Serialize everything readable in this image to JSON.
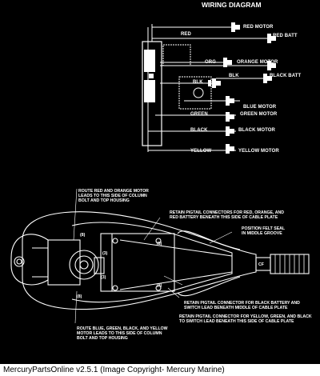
{
  "title": "WIRING DIAGRAM",
  "wire_labels": {
    "red": "RED",
    "red_motor": "RED MOTOR",
    "red_batt": "RED BATT",
    "org": "ORG",
    "orange_motor": "ORANGE MOTOR",
    "blk_1": "BLK",
    "blk_2": "BLK",
    "black_batt": "BLACK BATT",
    "blue_motor": "BLUE MOTOR",
    "green": "GREEN",
    "green_motor": "GREEN MOTOR",
    "black": "BLACK",
    "black_motor": "BLACK MOTOR",
    "yellow": "YELLOW",
    "yellow_motor": "YELLOW MOTOR"
  },
  "callouts": {
    "route_red_orange": [
      "ROUTE RED AND ORANGE MOTOR",
      "LEADS TO THIS SIDE OF COLUMN",
      "BOLT AND TOP HOUSING"
    ],
    "retain_red_orange": [
      "RETAIN PIGTAIL CONNECTORS FOR  RED, ORANGE, AND",
      "RED BATTERY BENEATH THIS SIDE OF CABLE PLATE"
    ],
    "felt_seal": [
      "POSITION FELT SEAL",
      "IN MIDDLE GROOVE"
    ],
    "retain_black": [
      "RETAIN PIGTAIL CONNECTOR FOR BLACK BATTERY AND",
      "SWITCH LEAD BENEATH MIDDLE OF CABLE PLATE"
    ],
    "retain_yellow_green": [
      "RETAIN PIGTAIL CONNECTOR FOR YELLOW, GREEN, AND BLACK",
      "TO SWITCH LEAD BENEATH THIS SIDE OF CABLE PLATE"
    ],
    "route_blue_green": [
      "ROUTE BLUE, GREEN, BLACK, AND YELLOW",
      "MOTOR LEADS TO THIS SIDE OF COLUMN",
      "BOLT AND TOP HOUSING"
    ]
  },
  "part_numbers": [
    "(8)",
    "(3)",
    "(8)",
    "(8)",
    "(3)",
    "(8)"
  ],
  "shaft_marking": "CF",
  "footer": "MercuryPartsOnline v2.5.1 (Image Copyright- Mercury Marine)"
}
